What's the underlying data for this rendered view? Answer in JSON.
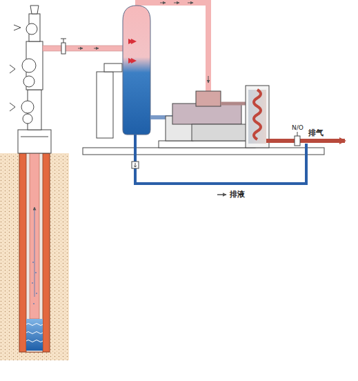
{
  "diagram": {
    "labels": [
      "N/O",
      "排气",
      "排液"
    ]
  }
}
